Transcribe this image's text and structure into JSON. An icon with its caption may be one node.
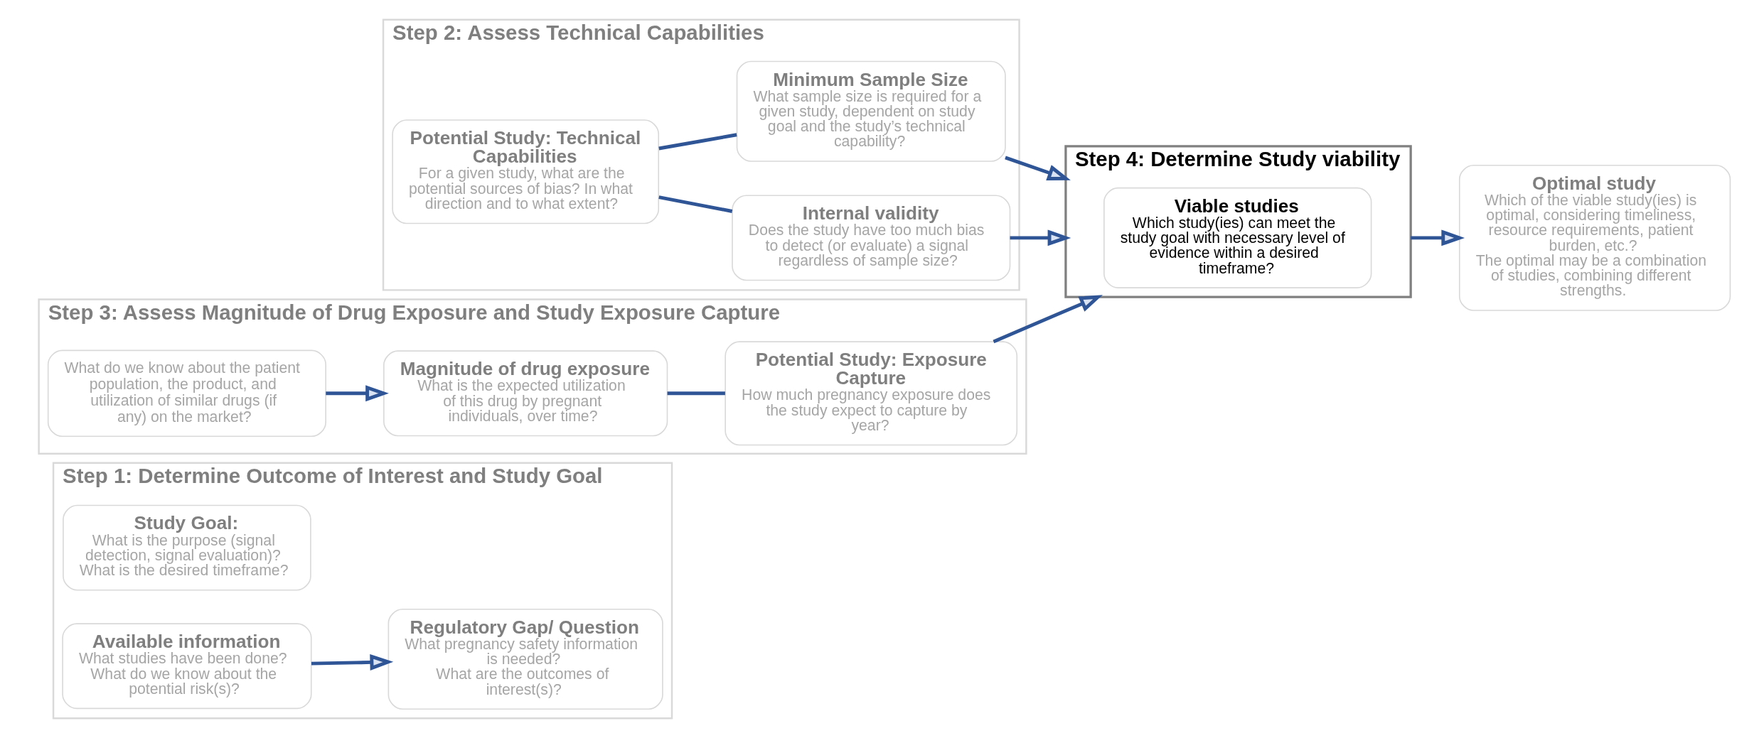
{
  "diagram": {
    "nodes": [
      {
        "text": [
          "Step 1: Determine Outcome of Interest and Study Goal"
        ]
      },
      {
        "text": [
          "Regulatory Gap/ Question",
          "What pregnancy safety information is needed?",
          "What are the outcomes of interest(s)?"
        ],
        "in": 0
      },
      {
        "text": [
          "Study Goal:",
          "What is the purpose (signal detection, signal evaluation)?",
          "What is the desired timeframe?"
        ],
        "in": 0
      },
      {
        "text": [
          "Available information",
          "What studies have been done?",
          "What do we know about the potential risk(s)?"
        ],
        "in": 0
      },
      {
        "text": [
          "Step 2: Assess Technical Capabilities"
        ]
      },
      {
        "text": [
          "Potential Study: Technical Capabilities",
          "For a given study, what are the potential sources of bias? In what direction and to what extent?"
        ],
        "in": 4
      },
      {
        "text": [
          "Internal validity",
          "Does the study have too much bias to detect (or evaluate) a signal regardless of sample size?"
        ],
        "in": 4
      },
      {
        "text": [
          "Minimum Sample Size",
          "What sample size is required for a given study, dependent on study goal and the study’s technical capability?"
        ],
        "in": 4
      },
      {
        "text": [
          "Step 3: Assess Magnitude of Drug Exposure and Study Exposure Capture"
        ]
      },
      {
        "text": [
          "What do we know about the patient population, the product, and utilization of similar drugs (if any) on the market?"
        ],
        "in": 8
      },
      {
        "text": [
          "Magnitude of drug exposure",
          "What is the expected utilization of this drug by pregnant individuals, over time?"
        ],
        "in": 8
      },
      {
        "text": [
          "Potential Study: Exposure Capture",
          "How much pregnancy exposure does the study expect to capture by year?"
        ],
        "in": 8
      },
      {
        "text": [
          "Step 4: Determine Study viability"
        ]
      },
      {
        "text": [
          "Viable studies",
          "Which study(ies) can meet the study goal with necessary level of evidence within a desired timeframe?"
        ],
        "in": 12
      },
      {
        "text": [
          "Optimal study",
          "Which of the viable study(ies) is optimal, considering timeliness, resource requirements, patient burden, etc.?",
          "The optimal may be a combination of studies, combining different strengths."
        ]
      }
    ],
    "edges": [
      {
        "from": 3,
        "to": 1,
        "arrow": "to"
      },
      {
        "from": 5,
        "to": 6,
        "arrow": "none"
      },
      {
        "from": 5,
        "to": 7,
        "arrow": "none"
      },
      {
        "from": 6,
        "to": 12,
        "arrow": "to"
      },
      {
        "from": 7,
        "to": 12,
        "arrow": "to"
      },
      {
        "from": 9,
        "to": 10,
        "arrow": "to"
      },
      {
        "from": 10,
        "to": 11,
        "arrow": "none"
      },
      {
        "from": 11,
        "to": 12,
        "arrow": "to"
      },
      {
        "from": 12,
        "to": 14,
        "arrow": "to"
      }
    ]
  }
}
